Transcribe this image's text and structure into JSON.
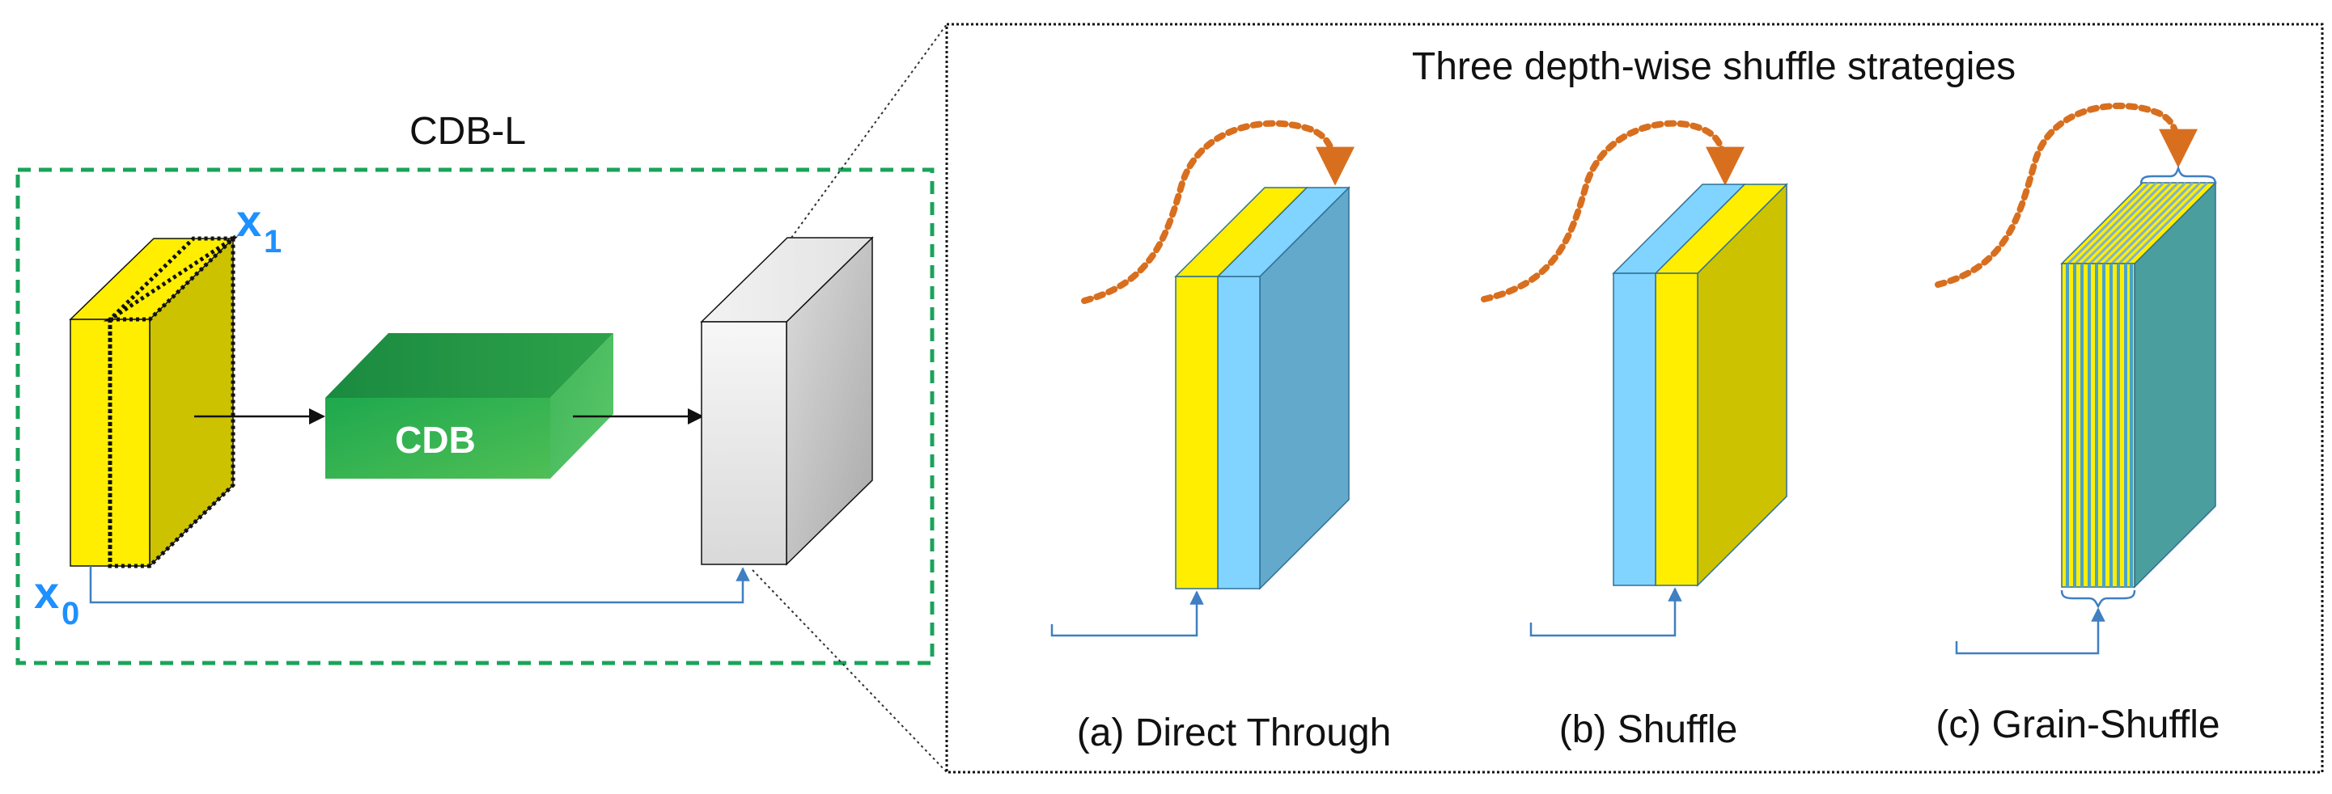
{
  "left_panel": {
    "title": "CDB-L",
    "x0_label": "x",
    "x0_sub": "0",
    "x1_label": "x",
    "x1_sub": "1",
    "block_label": "CDB"
  },
  "right_panel": {
    "title": "Three depth-wise shuffle strategies",
    "strategies": [
      {
        "caption": "(a) Direct Through"
      },
      {
        "caption": "(b) Shuffle"
      },
      {
        "caption": "(c) Grain-Shuffle"
      }
    ]
  },
  "colors": {
    "yellow": "#ffee00",
    "olive": "#ccc200",
    "light_blue": "#80d4ff",
    "steel_blue": "#63a9cc",
    "teal": "#4a9e9e",
    "green_dashed": "#1aa35a",
    "orange_dotted": "#d86f1f",
    "arrow_blue": "#3f7fc2"
  }
}
